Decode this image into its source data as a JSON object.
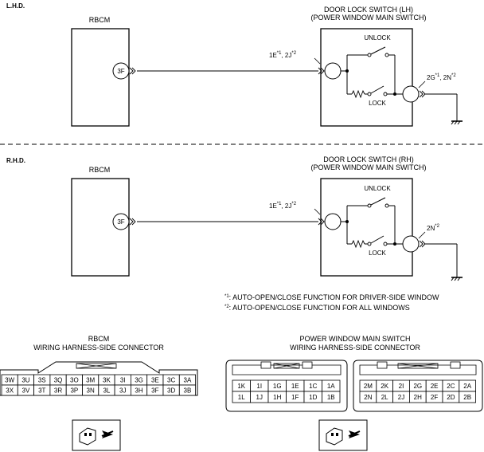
{
  "lhd": {
    "section_label": "L.H.D.",
    "rbcm_label": "RBCM",
    "rbcm_pin": "3F",
    "switch_title_1": "DOOR LOCK SWITCH (LH)",
    "switch_title_2": "(POWER WINDOW MAIN SWITCH)",
    "unlock_label": "UNLOCK",
    "lock_label": "LOCK",
    "left_pin_1": "1E",
    "left_pin_1_sup": "*1",
    "left_pin_2": ", 2J",
    "left_pin_2_sup": "*2",
    "right_pin_1": "2G",
    "right_pin_1_sup": "*1",
    "right_pin_2": ", 2N",
    "right_pin_2_sup": "*2"
  },
  "rhd": {
    "section_label": "R.H.D.",
    "rbcm_label": "RBCM",
    "rbcm_pin": "3F",
    "switch_title_1": "DOOR LOCK SWITCH (RH)",
    "switch_title_2": "(POWER WINDOW MAIN SWITCH)",
    "unlock_label": "UNLOCK",
    "lock_label": "LOCK",
    "left_pin_1": "1E",
    "left_pin_1_sup": "*1",
    "left_pin_2": ", 2J",
    "left_pin_2_sup": "*2",
    "right_pin_1": "2N",
    "right_pin_1_sup": "*2"
  },
  "footnotes": [
    {
      "mark": "*1",
      "text": ": AUTO-OPEN/CLOSE FUNCTION FOR DRIVER-SIDE WINDOW"
    },
    {
      "mark": "*2",
      "text": ": AUTO-OPEN/CLOSE FUNCTION FOR ALL WINDOWS"
    }
  ],
  "rbcm_connector": {
    "title_1": "RBCM",
    "title_2": "WIRING HARNESS-SIDE CONNECTOR",
    "row1": [
      "3W",
      "3U",
      "3S",
      "3Q",
      "3O",
      "3M",
      "3K",
      "3I",
      "3G",
      "3E",
      "3C",
      "3A"
    ],
    "row2": [
      "3X",
      "3V",
      "3T",
      "3R",
      "3P",
      "3N",
      "3L",
      "3J",
      "3H",
      "3F",
      "3D",
      "3B"
    ]
  },
  "pwms_connector": {
    "title_1": "POWER WINDOW MAIN SWITCH",
    "title_2": "WIRING HARNESS-SIDE CONNECTOR",
    "left_row1": [
      "1K",
      "1I",
      "1G",
      "1E",
      "1C",
      "1A"
    ],
    "left_row2": [
      "1L",
      "1J",
      "1H",
      "1F",
      "1D",
      "1B"
    ],
    "right_row1": [
      "2M",
      "2K",
      "2I",
      "2G",
      "2E",
      "2C",
      "2A"
    ],
    "right_row2": [
      "2N",
      "2L",
      "2J",
      "2H",
      "2F",
      "2D",
      "2B"
    ]
  }
}
